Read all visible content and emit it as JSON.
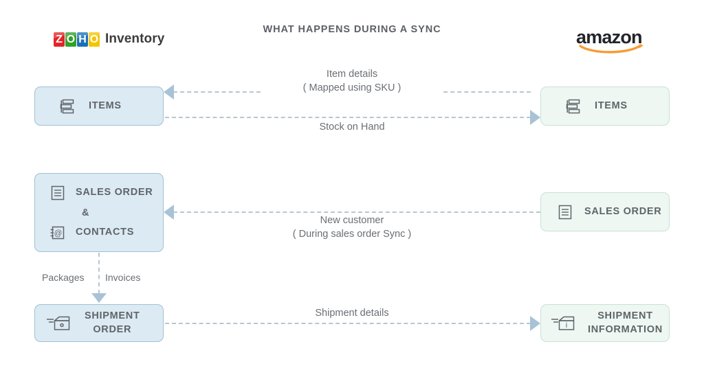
{
  "title": "WHAT HAPPENS DURING A SYNC",
  "brands": {
    "zoho": {
      "tiles": [
        "Z",
        "O",
        "H",
        "O"
      ],
      "word": "Inventory",
      "colors": {
        "z": "#e42527",
        "o1": "#2fa12b",
        "h": "#1a71b8",
        "o2": "#f5c400"
      }
    },
    "amazon": {
      "word": "amazon",
      "smile_color": "#f79b34"
    }
  },
  "nodes": {
    "items_left": {
      "label": "ITEMS",
      "icon": "items-list-icon",
      "fill": "#dceaf3",
      "border": "#9fc0d4"
    },
    "items_right": {
      "label": "ITEMS",
      "icon": "items-list-icon",
      "fill": "#eef7f2",
      "border": "#c7e2d6"
    },
    "sales_left": {
      "label_primary": "SALES ORDER",
      "ampersand": "&",
      "label_secondary": "CONTACTS",
      "icon_primary": "document-lines-icon",
      "icon_secondary": "address-book-at-icon",
      "fill": "#dceaf3",
      "border": "#9fc0d4"
    },
    "sales_right": {
      "label": "SALES ORDER",
      "icon": "document-lines-icon",
      "fill": "#eef7f2",
      "border": "#c7e2d6"
    },
    "ship_left": {
      "label_line1": "SHIPMENT",
      "label_line2": "ORDER",
      "icon": "package-box-icon",
      "fill": "#dceaf3",
      "border": "#9fc0d4"
    },
    "ship_right": {
      "label_line1": "SHIPMENT",
      "label_line2": "INFORMATION",
      "icon": "package-box-info-icon",
      "fill": "#eef7f2",
      "border": "#c7e2d6"
    }
  },
  "connectors": {
    "item_details": {
      "line1": "Item details",
      "line2": "( Mapped using SKU )",
      "direction": "right-to-left"
    },
    "stock_on_hand": {
      "line1": "Stock on Hand",
      "direction": "left-to-right"
    },
    "new_customer": {
      "line1": "New customer",
      "line2": "( During sales order Sync )",
      "direction": "right-to-left"
    },
    "packages_invoices": {
      "left": "Packages",
      "right": "Invoices",
      "direction": "top-to-bottom"
    },
    "shipment_details": {
      "line1": "Shipment details",
      "direction": "left-to-right"
    },
    "line_color": "#b9c6cf",
    "arrow_color": "#a8c3d6"
  }
}
